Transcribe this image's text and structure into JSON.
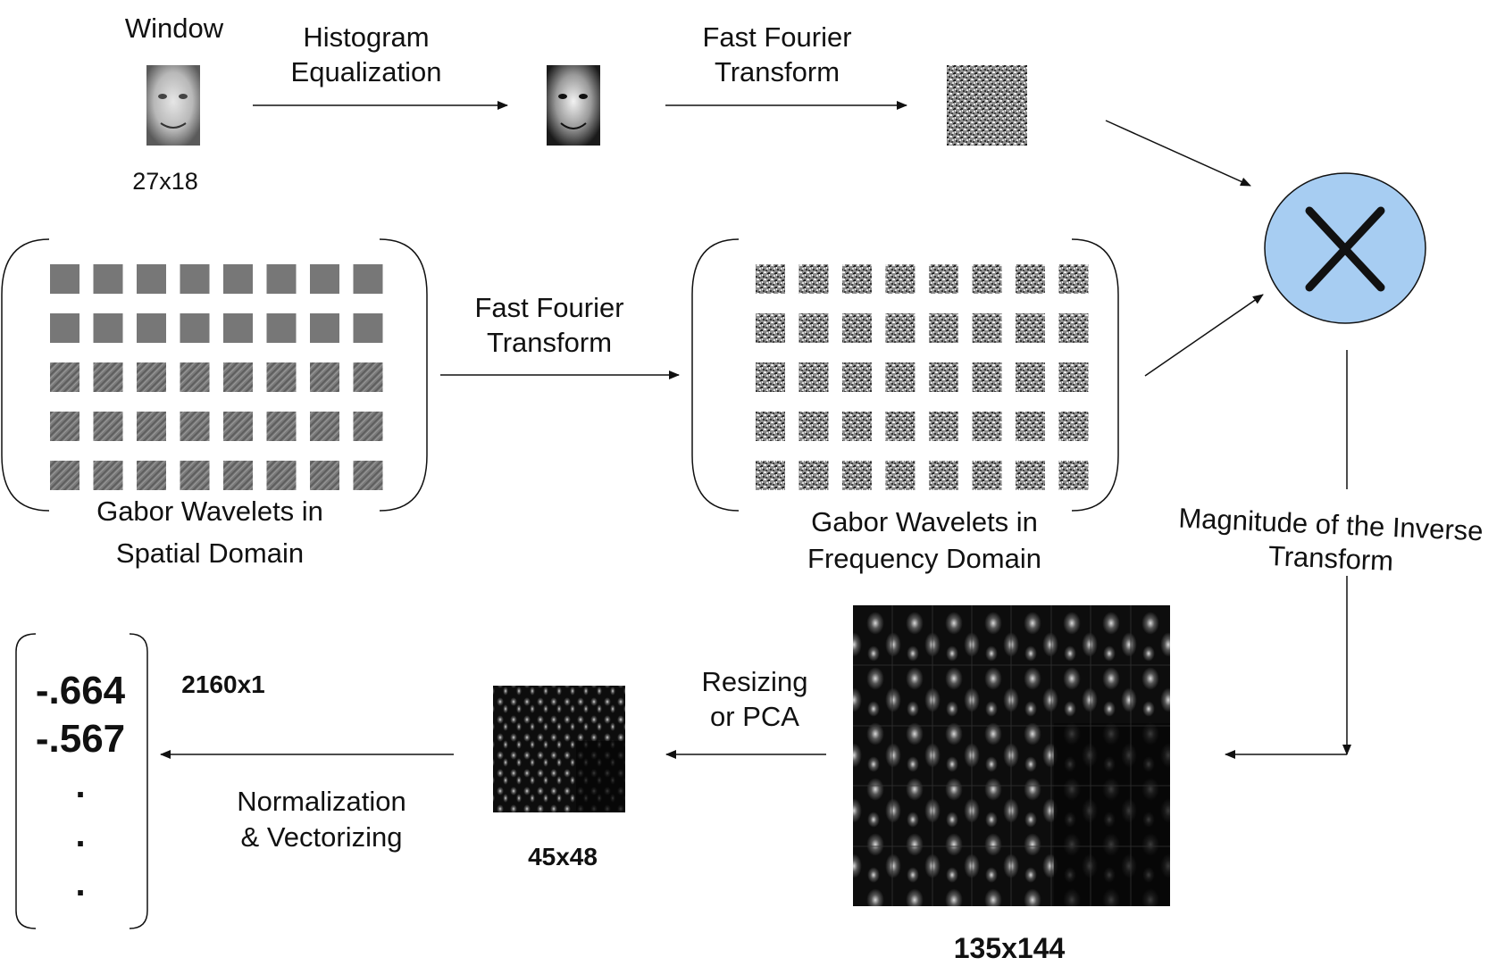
{
  "labels": {
    "window": "Window",
    "window_size": "27x18",
    "histogram_eq_1": "Histogram",
    "histogram_eq_2": "Equalization",
    "fft_top_1": "Fast Fourier",
    "fft_top_2": "Transform",
    "fft_mid_1": "Fast Fourier",
    "fft_mid_2": "Transform",
    "gabor_spatial_1": "Gabor Wavelets  in",
    "gabor_spatial_2": "Spatial Domain",
    "gabor_freq_1": "Gabor Wavelets in",
    "gabor_freq_2": "Frequency Domain",
    "inverse_1": "Magnitude of the Inverse",
    "inverse_2": "Transform",
    "big_size": "135x144",
    "resize_1": "Resizing",
    "resize_2": "or PCA",
    "small_size": "45x48",
    "norm_1": "Normalization",
    "norm_2": "& Vectorizing",
    "vector_size": "2160x1"
  },
  "vector": {
    "v1": "-.664",
    "v2": "-.567",
    "d1": ".",
    "d2": ".",
    "d3": "."
  },
  "multiply_symbol": "×",
  "colors": {
    "multiply_fill": "#a7cdf2",
    "gabor_tile": "#777777"
  }
}
